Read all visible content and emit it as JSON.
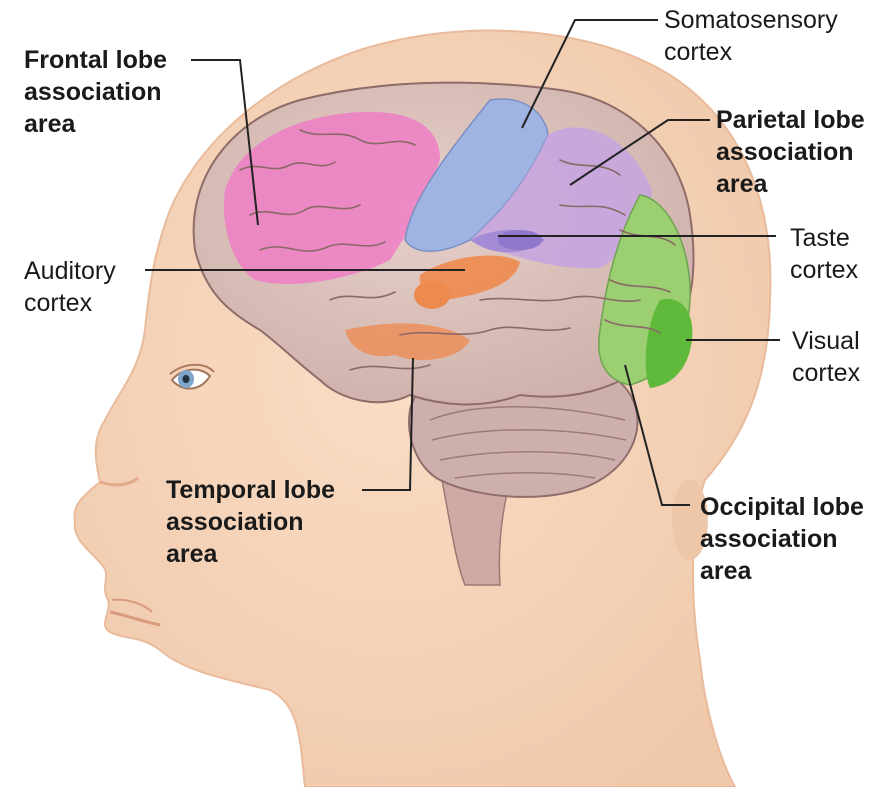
{
  "colors": {
    "skin": "#f6d6bd",
    "skin_shadow": "#eab99a",
    "brain_base": "#dcc1bb",
    "frontal": "#ef79c6",
    "somatosensory": "#9fb4e2",
    "parietal": "#c7a7dd",
    "parietal_deep": "#a48bd6",
    "auditory": "#ee8a4e",
    "visual": "#9ccf72",
    "visual_deep": "#5fb93a",
    "cerebellum": "#cfb1ae",
    "leader": "#222222"
  },
  "labels": {
    "frontal": {
      "lines": [
        "Frontal lobe",
        "association",
        "area"
      ],
      "bold": true,
      "icon": "frontal-lobe"
    },
    "somatosensory": {
      "lines": [
        "Somatosensory",
        "cortex"
      ],
      "bold": false,
      "icon": "somatosensory-cortex"
    },
    "parietal": {
      "lines": [
        "Parietal lobe",
        "association",
        "area"
      ],
      "bold": true,
      "icon": "parietal-lobe"
    },
    "taste": {
      "lines": [
        "Taste",
        "cortex"
      ],
      "bold": false,
      "icon": "taste-cortex"
    },
    "auditory": {
      "lines": [
        "Auditory",
        "cortex"
      ],
      "bold": false,
      "icon": "auditory-cortex"
    },
    "visual": {
      "lines": [
        "Visual",
        "cortex"
      ],
      "bold": false,
      "icon": "visual-cortex"
    },
    "temporal": {
      "lines": [
        "Temporal lobe",
        "association",
        "area"
      ],
      "bold": true,
      "icon": "temporal-lobe"
    },
    "occipital": {
      "lines": [
        "Occipital lobe",
        "association",
        "area"
      ],
      "bold": true,
      "icon": "occipital-lobe"
    }
  }
}
